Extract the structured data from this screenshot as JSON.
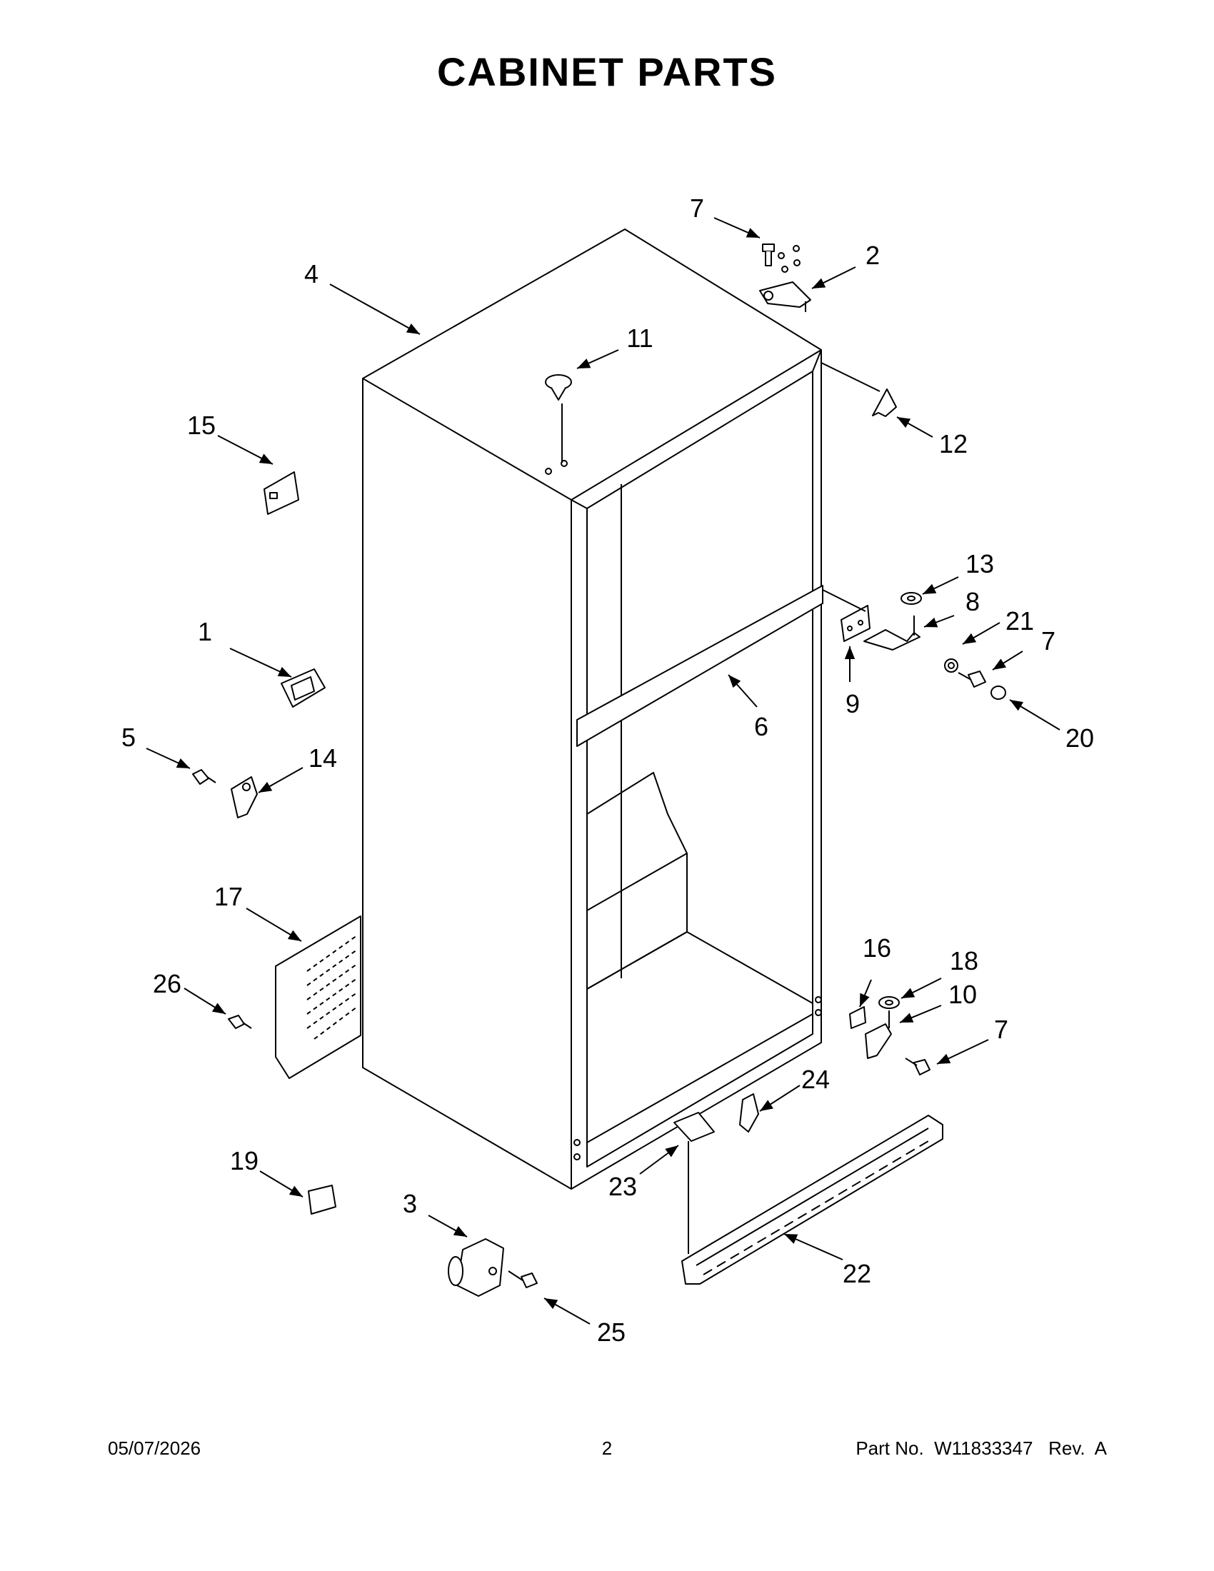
{
  "title": "CABINET PARTS",
  "callouts": {
    "c1": "1",
    "c2": "2",
    "c3": "3",
    "c4": "4",
    "c5": "5",
    "c6": "6",
    "c7a": "7",
    "c7b": "7",
    "c7c": "7",
    "c8": "8",
    "c9": "9",
    "c10": "10",
    "c11": "11",
    "c12": "12",
    "c13": "13",
    "c14": "14",
    "c15": "15",
    "c16": "16",
    "c17": "17",
    "c18": "18",
    "c19": "19",
    "c20": "20",
    "c21": "21",
    "c22": "22",
    "c23": "23",
    "c24": "24",
    "c25": "25",
    "c26": "26"
  },
  "footer": {
    "date": "05/07/2026",
    "page": "2",
    "part_no": "Part No.  W11833347   Rev.  A"
  }
}
